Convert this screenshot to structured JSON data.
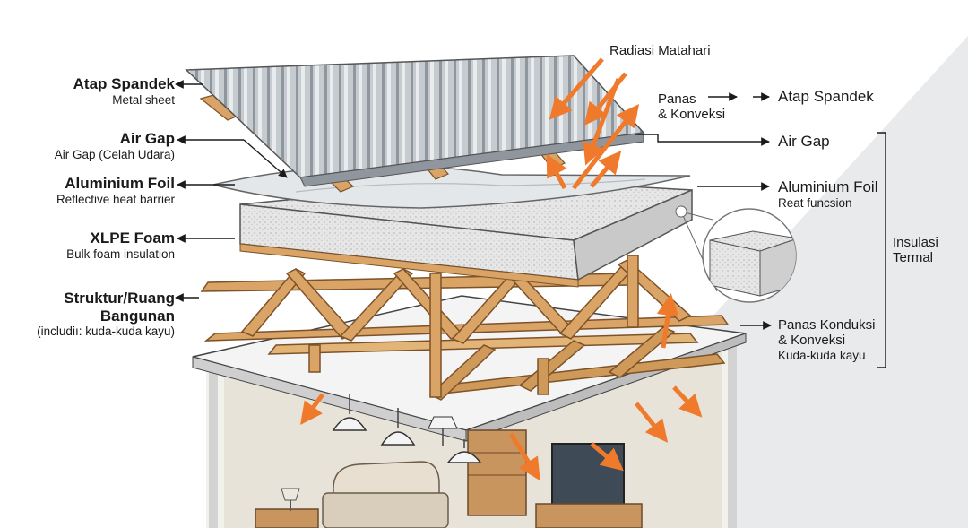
{
  "left_labels": [
    {
      "title": "Atap Spandek",
      "sub": "Metal sheet"
    },
    {
      "title": "Air Gap",
      "sub": "Air Gap (Celah Udara)"
    },
    {
      "title": "Aluminium Foil",
      "sub": "Reflective heat barrier"
    },
    {
      "title": "XLPE Foam",
      "sub": "Bulk foam insulation"
    },
    {
      "title_line1": "Struktur/Ruang",
      "title_line2": "Bangunan",
      "sub": "(includiı: kuda-kuda kayu)"
    }
  ],
  "top_labels": {
    "radiasi": "Radiasi Matahari",
    "panas_line1": "Panas",
    "panas_line2": "& Konveksi"
  },
  "right_labels": [
    {
      "title": "Atap Spandek"
    },
    {
      "title": "Air Gap"
    },
    {
      "title": "Aluminium Foil",
      "sub": "Reat funcsion"
    },
    {
      "line1": "Panas Konduksi",
      "line2": "& Konveksi",
      "sub": "Kuda-kuda kayu"
    }
  ],
  "bracket_label": {
    "line1": "Insulasi",
    "line2": "Termal"
  },
  "colors": {
    "orange": "#ef7a2c",
    "wood": "#d9a466",
    "wood_dark": "#9b6a35",
    "metal": "#b9bec4",
    "foam": "#e4e4e4"
  }
}
